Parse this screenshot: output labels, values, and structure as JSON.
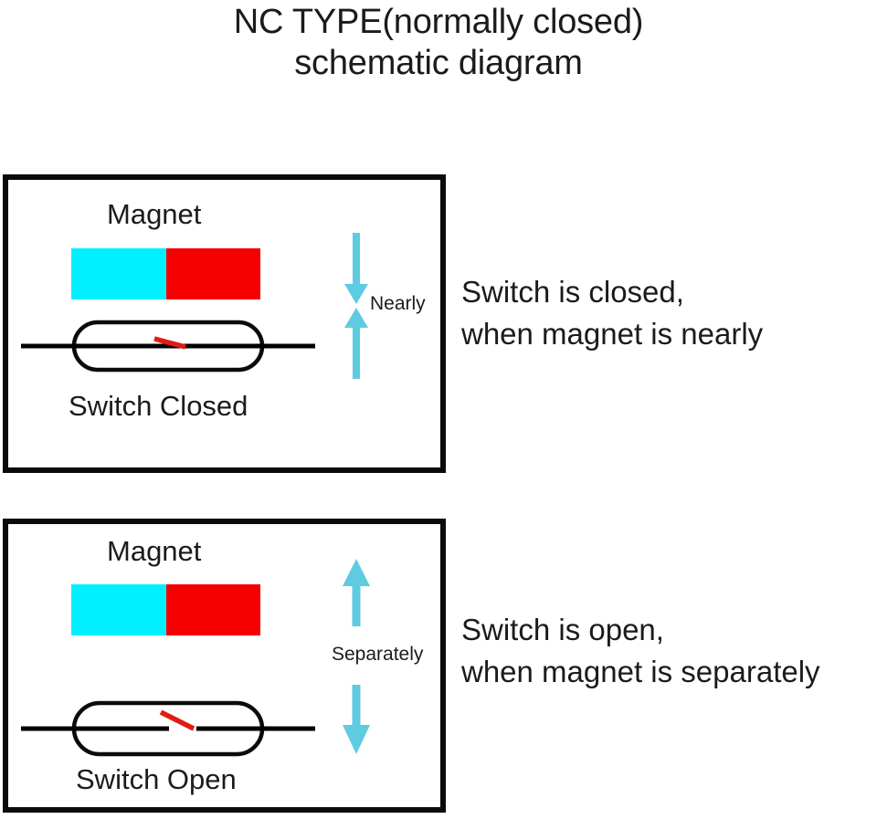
{
  "title": {
    "line1": "NC TYPE(normally closed)",
    "line2": "schematic diagram"
  },
  "colors": {
    "magnet_north": "#00f0ff",
    "magnet_south": "#f40000",
    "arrow": "#5ecbe0",
    "contact": "#e01b16",
    "wire": "#000000",
    "panel_border": "#0b0b0b",
    "text": "#1b1b1b",
    "background": "#ffffff"
  },
  "panels": [
    {
      "id": "closed",
      "magnet_label": "Magnet",
      "switch_label": "Switch Closed",
      "arrow_caption": "Nearly",
      "arrow_direction": "converging",
      "switch_state": "closed",
      "description": {
        "line1": "Switch is closed,",
        "line2": "when magnet is nearly"
      }
    },
    {
      "id": "open",
      "magnet_label": "Magnet",
      "switch_label": "Switch Open",
      "arrow_caption": "Separately",
      "arrow_direction": "diverging",
      "switch_state": "open",
      "description": {
        "line1": "Switch is open,",
        "line2": "when magnet is separately"
      }
    }
  ]
}
